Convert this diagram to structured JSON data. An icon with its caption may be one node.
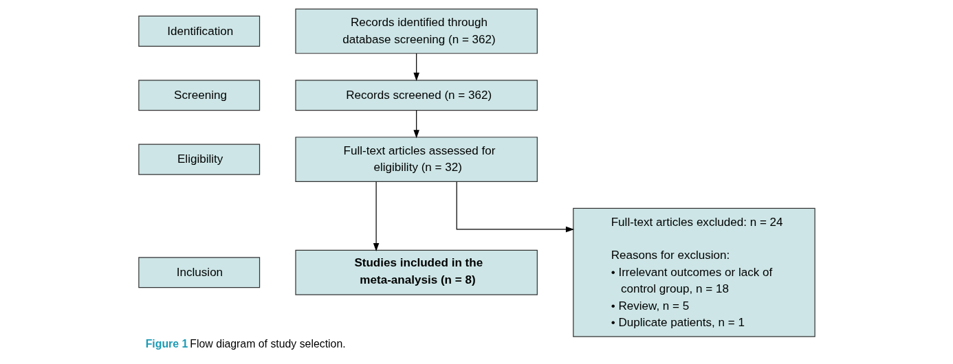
{
  "diagram": {
    "caption": "**Figure 1** Flow diagram of study selection.",
    "nodes": [
      {
        "text": [
          "Identification"
        ]
      },
      {
        "text": [
          "Records identified through database screening (n = 362)"
        ]
      },
      {
        "text": [
          "Screening"
        ]
      },
      {
        "text": [
          "Records screened (n = 362)"
        ]
      },
      {
        "text": [
          "Eligibility"
        ]
      },
      {
        "text": [
          "Full-text articles assessed for eligibility (n = 32)"
        ]
      },
      {
        "text": [
          "Full-text articles excluded: n = 24",
          "Reasons for exclusion:",
          "• Irrelevant outcomes or lack of control group, n = 18",
          "• Review, n = 5",
          "• Duplicate patients, n = 1"
        ]
      },
      {
        "text": [
          "Inclusion"
        ]
      },
      {
        "text": [
          "Studies included in the meta-analysis (n = 8)"
        ]
      }
    ],
    "edges": [
      {
        "from": 1,
        "to": 3,
        "arrow": "to"
      },
      {
        "from": 3,
        "to": 5,
        "arrow": "to"
      },
      {
        "from": 5,
        "to": 8,
        "arrow": "to"
      },
      {
        "from": 5,
        "to": 6,
        "arrow": "to"
      }
    ]
  }
}
